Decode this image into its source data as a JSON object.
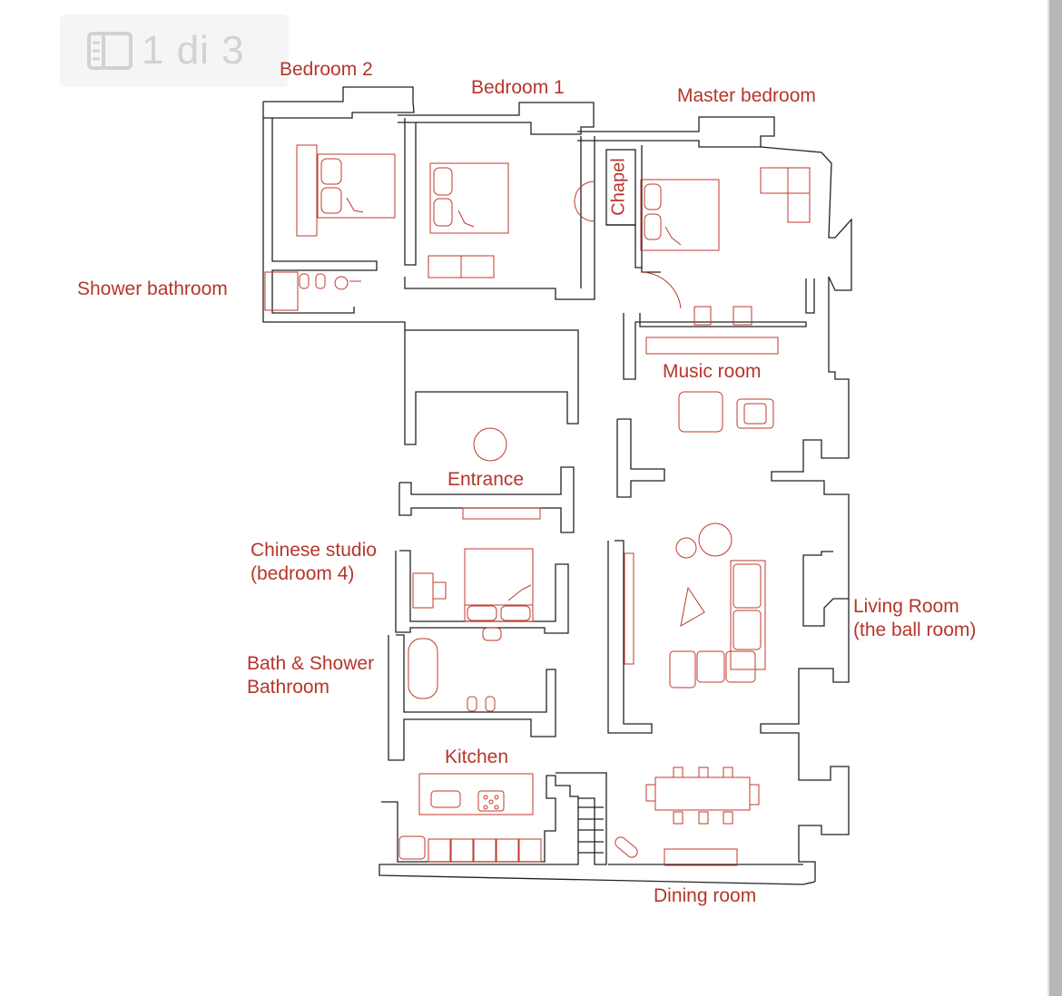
{
  "viewer": {
    "page_counter": "1 di 3",
    "pages_icon": "pages-panel-icon"
  },
  "colors": {
    "wall": "#222222",
    "furniture": "#c0392b",
    "label": "#b7352a",
    "badge_text": "#d2d2d2"
  },
  "plan": {
    "rooms": {
      "bedroom_2": "Bedroom 2",
      "bedroom_1": "Bedroom 1",
      "master_bedroom": "Master bedroom",
      "chapel": "Chapel",
      "shower_bathroom": "Shower bathroom",
      "music_room": "Music room",
      "entrance": "Entrance",
      "chinese_studio": "Chinese studio\n(bedroom 4)",
      "living_room": "Living Room\n(the ball room)",
      "bath_shower": "Bath & Shower\nBathroom",
      "kitchen": "Kitchen",
      "dining_room": "Dining room"
    }
  }
}
